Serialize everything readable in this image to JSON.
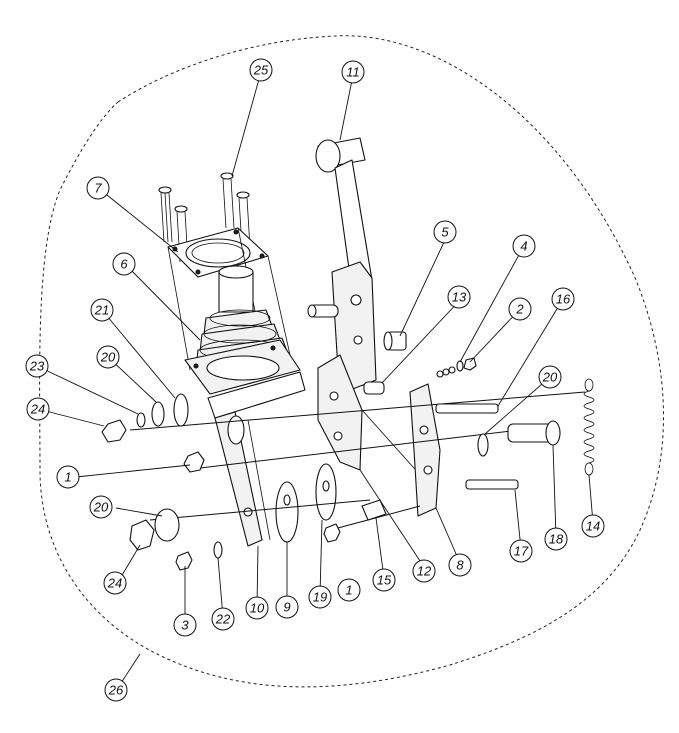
{
  "diagram": {
    "type": "exploded-parts-diagram",
    "callouts": [
      "1",
      "2",
      "3",
      "4",
      "5",
      "6",
      "7",
      "8",
      "9",
      "10",
      "11",
      "12",
      "13",
      "14",
      "15",
      "16",
      "17",
      "18",
      "19",
      "20",
      "21",
      "22",
      "23",
      "24",
      "25",
      "26"
    ]
  }
}
